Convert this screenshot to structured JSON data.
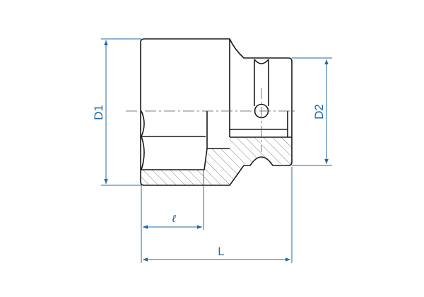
{
  "colors": {
    "outline": "#1a1a1a",
    "dimension": "#1f6aa8",
    "hatch": "#555555"
  },
  "labels": {
    "d1": "D1",
    "d2": "D2",
    "l_small": "ℓ",
    "l_total": "L"
  }
}
